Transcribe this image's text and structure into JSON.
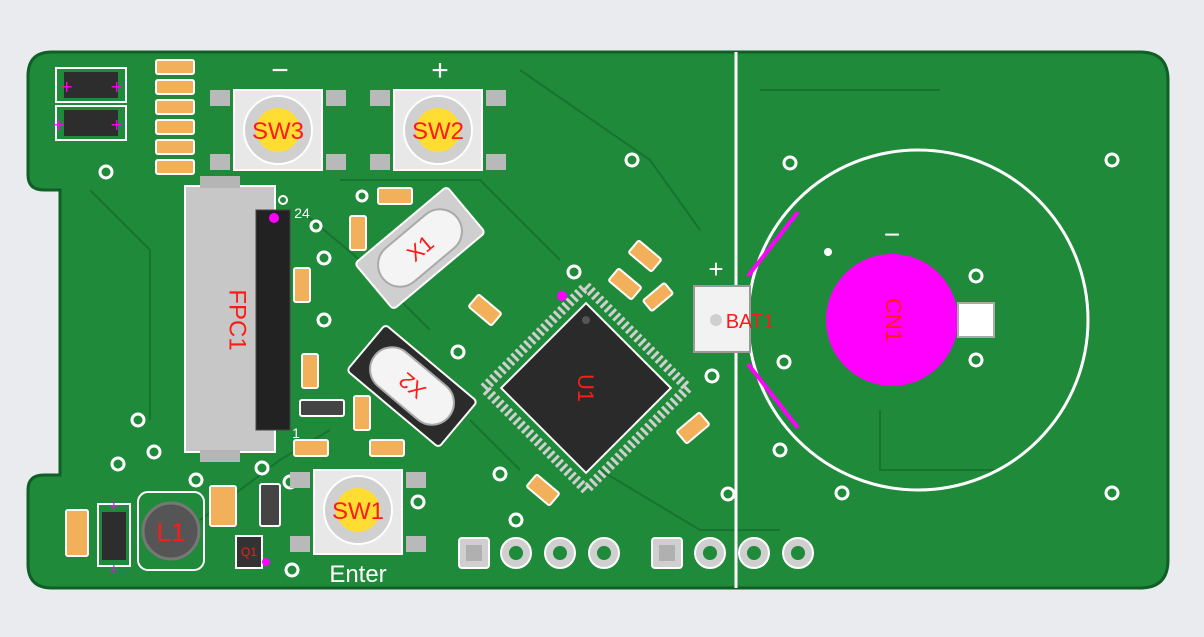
{
  "board": {
    "colors": {
      "background": "#e9ebee",
      "pcb": "#1f8a3a",
      "pcb_dark": "#177330",
      "silkscreen": "#ffffff",
      "designator": "#ff1a1a",
      "pad": "#b9b9b9",
      "marker": "#ff00ff",
      "chip": "#2a2a2a"
    }
  },
  "labels": {
    "sw3": "SW3",
    "sw2": "SW2",
    "sw1": "SW1",
    "minus_left": "−",
    "plus_left": "+",
    "enter": "Enter",
    "fpc": "FPC1",
    "pin24": "24",
    "pin1": "1",
    "x1": "X1",
    "x2": "X2",
    "u1": "U1",
    "bat": "BAT1",
    "bat_plus": "+",
    "cn": "CN1",
    "cn_minus": "−",
    "l1": "L1",
    "q1": "Q1"
  },
  "icons": {
    "mounting_hole": "mounting-hole-icon",
    "via": "via-icon",
    "pad": "pad-icon"
  }
}
